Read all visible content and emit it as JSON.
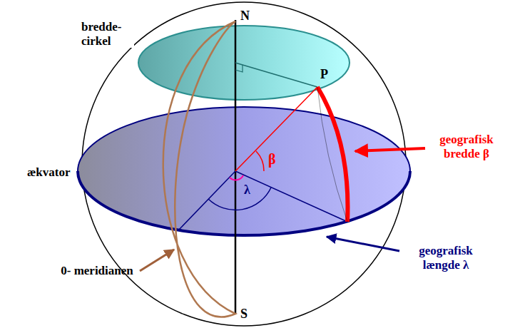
{
  "diagram": {
    "labels": [
      "N",
      "bredde- cirkel",
      "P",
      "β",
      "geografisk bredde β",
      "ækvator",
      "λ",
      "geografisk længde λ",
      "0- meridianen",
      "S"
    ]
  }
}
